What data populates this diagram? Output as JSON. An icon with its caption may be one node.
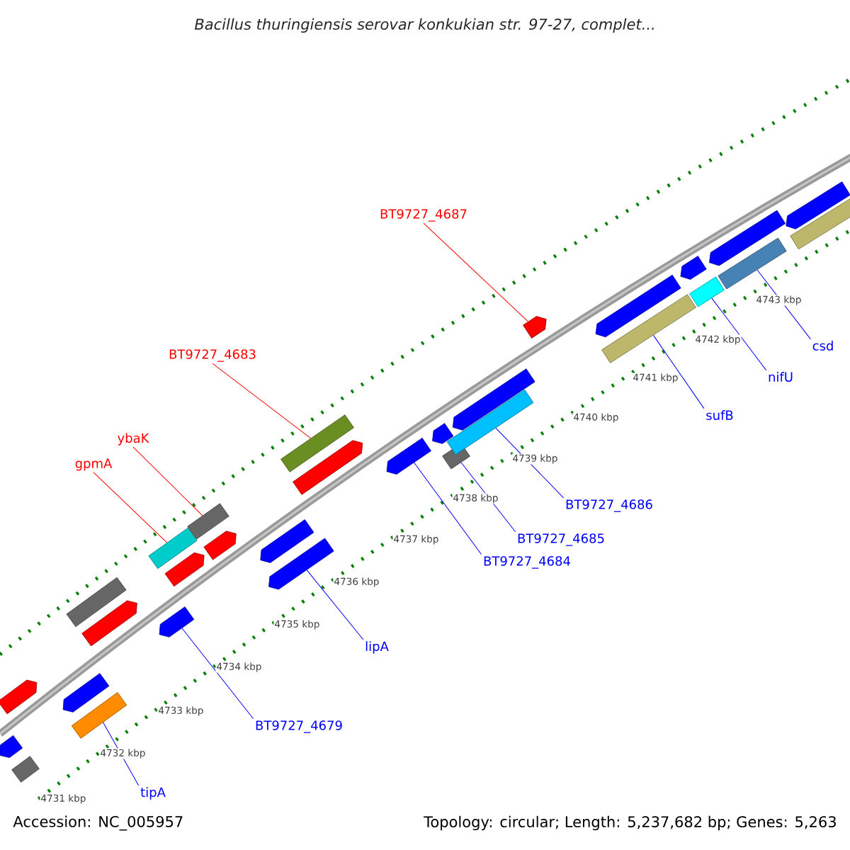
{
  "diagram": {
    "title": "*Bacillus thuringiensis* serovar konkukian str. 97-27, complet...",
    "nodes": [
      {
        "text": [
          "BT9727_4687"
        ]
      },
      {
        "text": [
          "csd"
        ]
      },
      {
        "text": [
          "BT9727_4683"
        ]
      },
      {
        "text": [
          "nifU"
        ]
      },
      {
        "text": [
          "sufB"
        ]
      },
      {
        "text": [
          "ybaK"
        ]
      },
      {
        "text": [
          "gpmA"
        ]
      },
      {
        "text": [
          "BT9727_4686"
        ]
      },
      {
        "text": [
          "BT9727_4685"
        ]
      },
      {
        "text": [
          "BT9727_4684"
        ]
      },
      {
        "text": [
          "lipA"
        ]
      },
      {
        "text": [
          "BT9727_4679"
        ]
      },
      {
        "text": [
          "tipA"
        ]
      },
      {
        "text": [],
        "shape": "pentagon"
      },
      {
        "text": [],
        "shape": "pentagon"
      },
      {
        "text": [],
        "shape": "bar"
      },
      {
        "text": [],
        "shape": "pentagon"
      },
      {
        "text": [],
        "shape": "bar"
      },
      {
        "text": [],
        "shape": "bar"
      },
      {
        "text": [],
        "shape": "pentagon"
      },
      {
        "text": [],
        "shape": "bar"
      },
      {
        "text": [],
        "shape": "pentagon"
      },
      {
        "text": [],
        "shape": "pentagon"
      },
      {
        "text": [],
        "shape": "bar"
      },
      {
        "text": [],
        "shape": "pentagon"
      },
      {
        "text": [],
        "shape": "pentagon"
      },
      {
        "text": [],
        "shape": "pentagon"
      },
      {
        "text": [],
        "shape": "bar"
      },
      {
        "text": [],
        "shape": "pentagon"
      },
      {
        "text": [],
        "shape": "pentagon"
      },
      {
        "text": [],
        "shape": "pentagon"
      },
      {
        "text": [],
        "shape": "bar"
      },
      {
        "text": [],
        "shape": "bar"
      },
      {
        "text": [],
        "shape": "pentagon"
      },
      {
        "text": [],
        "shape": "pentagon"
      },
      {
        "text": [],
        "shape": "pentagon"
      },
      {
        "text": [],
        "shape": "bar"
      },
      {
        "text": [],
        "shape": "pentagon"
      },
      {
        "text": [],
        "shape": "bar"
      },
      {
        "text": [],
        "shape": "pentagon"
      },
      {
        "text": [],
        "shape": "bar"
      },
      {
        "text": [],
        "shape": "pentagon"
      },
      {
        "text": [],
        "shape": "bar"
      }
    ],
    "edges": [
      {
        "from": 0,
        "to": 34,
        "arrow": "none",
        "color": "#ff0000"
      },
      {
        "from": 1,
        "to": 40,
        "arrow": "none"
      },
      {
        "from": 2,
        "to": 27,
        "arrow": "none",
        "color": "#ff0000"
      },
      {
        "from": 3,
        "to": 38,
        "arrow": "none"
      },
      {
        "from": 4,
        "to": 36,
        "arrow": "none"
      },
      {
        "from": 5,
        "to": 23,
        "arrow": "none",
        "color": "#ff0000"
      },
      {
        "from": 6,
        "to": 20,
        "arrow": "none",
        "color": "#ff0000"
      },
      {
        "from": 7,
        "to": 32,
        "arrow": "none"
      },
      {
        "from": 8,
        "to": 31,
        "arrow": "none"
      },
      {
        "from": 9,
        "to": 29,
        "arrow": "none"
      },
      {
        "from": 10,
        "to": 26,
        "arrow": "none"
      },
      {
        "from": 11,
        "to": 21,
        "arrow": "none"
      },
      {
        "from": 12,
        "to": 18,
        "arrow": "none"
      }
    ],
    "labels": [
      "4731 kbp",
      "4732 kbp",
      "4733 kbp",
      "4734 kbp",
      "4735 kbp",
      "4736 kbp",
      "4737 kbp",
      "4738 kbp",
      "4739 kbp",
      "4740 kbp",
      "4741 kbp",
      "4742 kbp",
      "4743 kbp",
      "Accession: NC_005957",
      "Topology: circular; Length: 5,237,682 bp; Genes: 5,263"
    ]
  }
}
